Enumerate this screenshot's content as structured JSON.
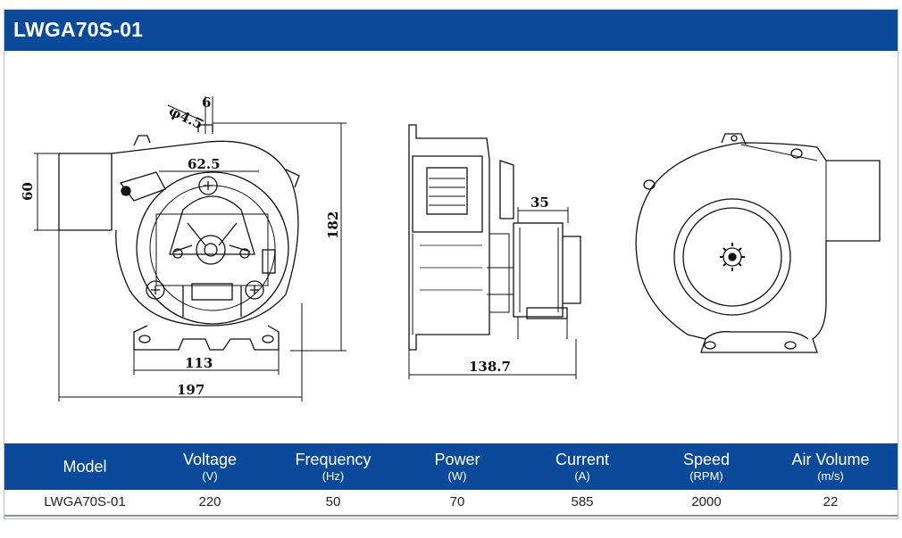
{
  "header": {
    "title": "LWGA70S-01"
  },
  "drawing": {
    "dims": {
      "d1": "φ4.5",
      "d2": "6",
      "d3": "62.5",
      "d4": "60",
      "d5": "182",
      "d6": "113",
      "d7": "197",
      "d8": "35",
      "d9": "138.7"
    }
  },
  "table": {
    "headers": [
      {
        "label": "Model",
        "unit": ""
      },
      {
        "label": "Voltage",
        "unit": "(V)"
      },
      {
        "label": "Frequency",
        "unit": "(Hz)"
      },
      {
        "label": "Power",
        "unit": "(W)"
      },
      {
        "label": "Current",
        "unit": "(A)"
      },
      {
        "label": "Speed",
        "unit": "(RPM)"
      },
      {
        "label": "Air Volume",
        "unit": "(m/s)"
      }
    ],
    "row": [
      "LWGA70S-01",
      "220",
      "50",
      "70",
      "585",
      "2000",
      "22"
    ]
  }
}
